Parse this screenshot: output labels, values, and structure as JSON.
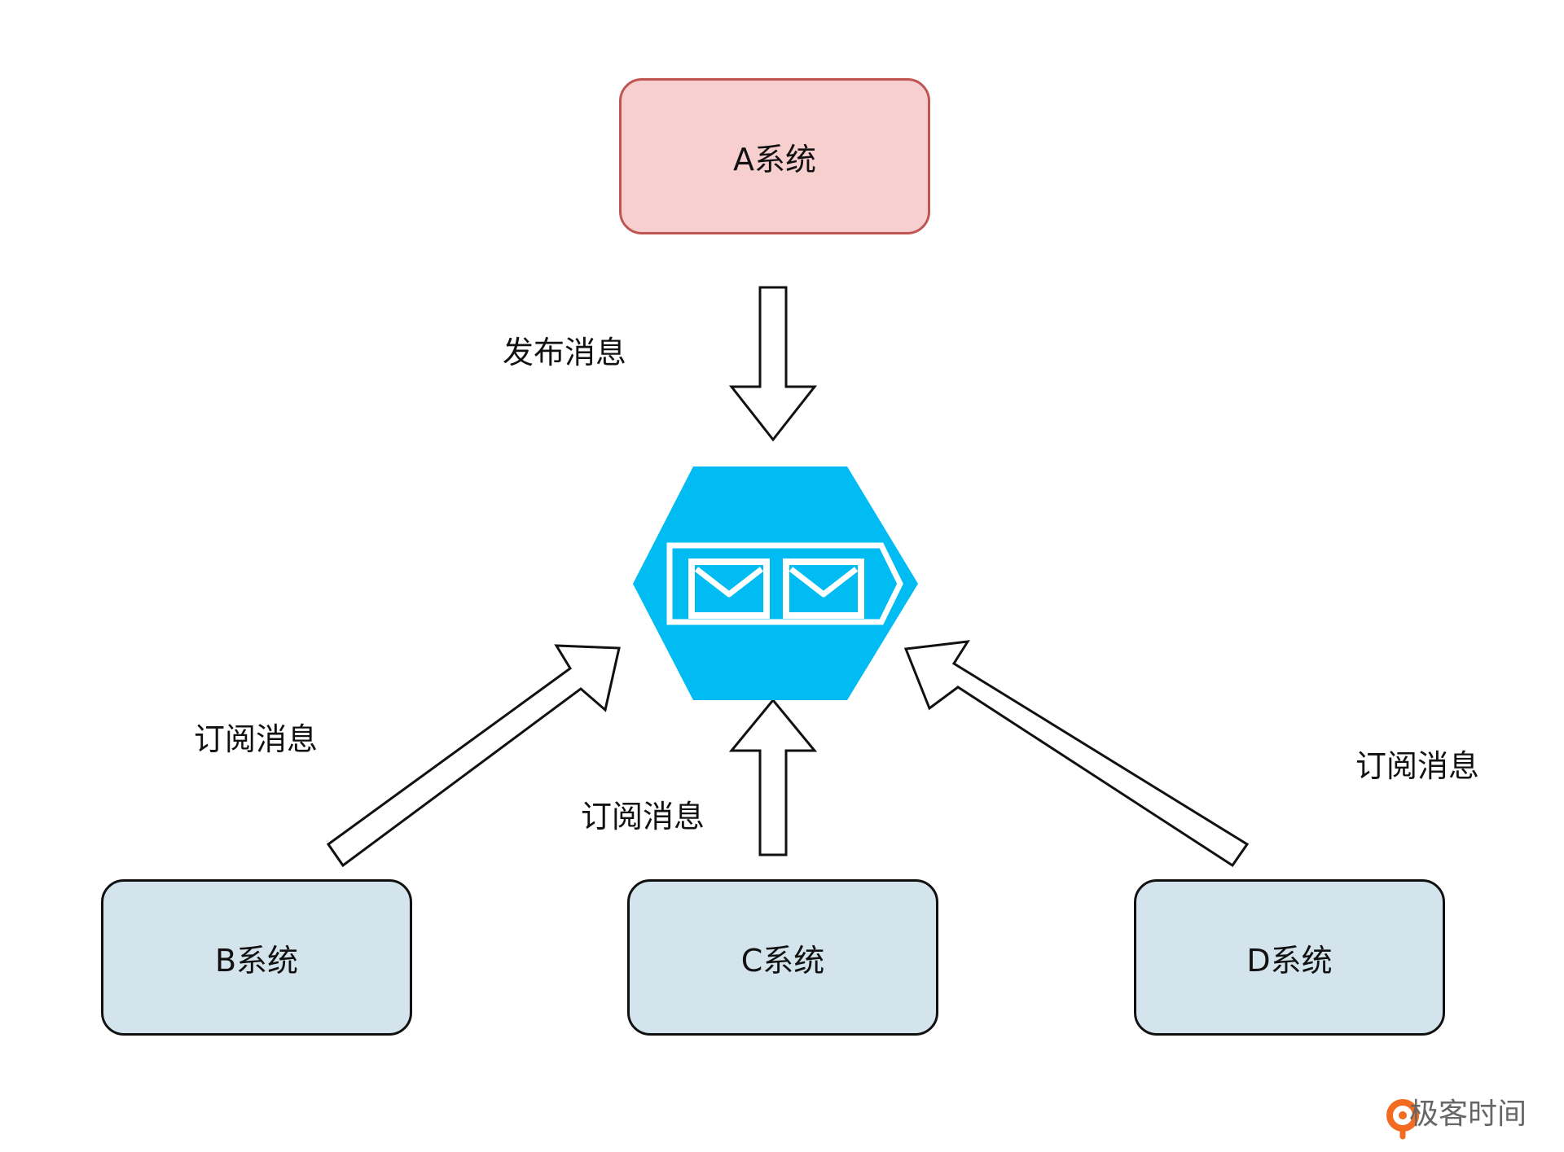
{
  "nodes": {
    "a": {
      "label": "A系统"
    },
    "b": {
      "label": "B系统"
    },
    "c": {
      "label": "C系统"
    },
    "d": {
      "label": "D系统"
    }
  },
  "edges": {
    "publish": {
      "label": "发布消息"
    },
    "subscribe_b": {
      "label": "订阅消息"
    },
    "subscribe_c": {
      "label": "订阅消息"
    },
    "subscribe_d": {
      "label": "订阅消息"
    }
  },
  "watermark": {
    "text": "极客时间"
  },
  "colors": {
    "publisher_fill": "#f7cfce",
    "publisher_border": "#bf5654",
    "subscriber_fill": "#d4e4ec",
    "queue_fill": "#00bcf2",
    "watermark_orange": "#f26b20"
  },
  "icons": {
    "queue": "message-queue-icon"
  }
}
